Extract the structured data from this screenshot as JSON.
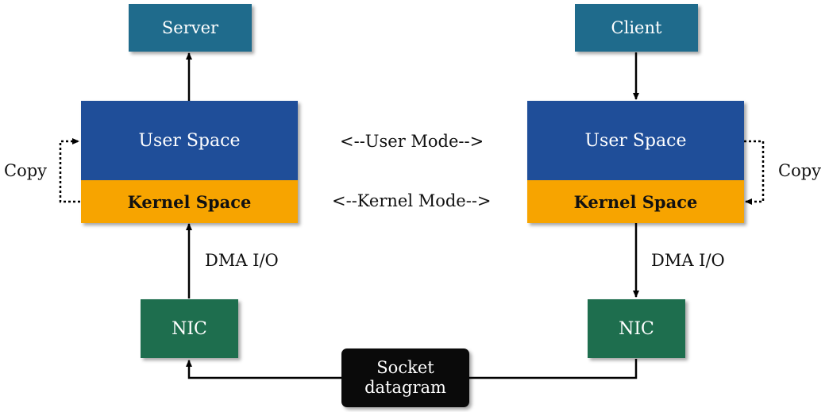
{
  "server": {
    "label": "Server"
  },
  "client": {
    "label": "Client"
  },
  "left_stack": {
    "user_space": "User Space",
    "kernel_space": "Kernel Space"
  },
  "right_stack": {
    "user_space": "User Space",
    "kernel_space": "Kernel Space"
  },
  "modes": {
    "user_mode": "<--User Mode-->",
    "kernel_mode": "<--Kernel Mode-->"
  },
  "left_copy": "Copy",
  "right_copy": "Copy",
  "left_dma": "DMA I/O",
  "right_dma": "DMA I/O",
  "left_nic": "NIC",
  "right_nic": "NIC",
  "socket": {
    "line1": "Socket",
    "line2": "datagram"
  },
  "colors": {
    "endpoint": "#1f6b8c",
    "user_space": "#1f4e99",
    "kernel_space": "#f7a400",
    "nic": "#1e6e4e",
    "socket": "#0a0a0a"
  }
}
